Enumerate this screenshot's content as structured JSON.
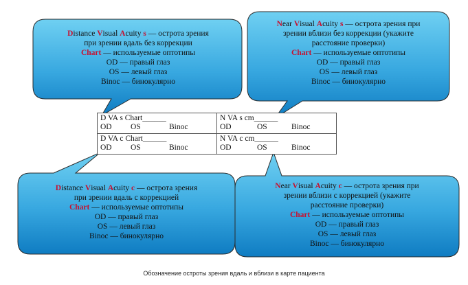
{
  "colors": {
    "bubble_light": "#5cc8ee",
    "bubble_dark": "#1182c6",
    "accent": "#c8102e",
    "border": "#2a2a2a"
  },
  "callouts": [
    {
      "id": "dist-s",
      "lines": [
        [
          {
            "t": "D",
            "c": "r"
          },
          {
            "t": "istance "
          },
          {
            "t": "V",
            "c": "r"
          },
          {
            "t": "isual "
          },
          {
            "t": "A",
            "c": "r"
          },
          {
            "t": "cuity "
          },
          {
            "t": "s",
            "c": "r"
          },
          {
            "t": " — острота зрения"
          }
        ],
        [
          {
            "t": "при зрении вдаль без коррекции"
          }
        ],
        [
          {
            "t": "Chart",
            "c": "b"
          },
          {
            "t": " — используемые оптотипы"
          }
        ],
        [
          {
            "t": "OD — правый глаз"
          }
        ],
        [
          {
            "t": "OS — левый глаз"
          }
        ],
        [
          {
            "t": "Binoc — бинокулярно"
          }
        ]
      ]
    },
    {
      "id": "near-s",
      "lines": [
        [
          {
            "t": "N",
            "c": "r"
          },
          {
            "t": "ear "
          },
          {
            "t": "V",
            "c": "r"
          },
          {
            "t": "isual "
          },
          {
            "t": "A",
            "c": "r"
          },
          {
            "t": "cuity "
          },
          {
            "t": "s",
            "c": "r"
          },
          {
            "t": " — острота зрения при"
          }
        ],
        [
          {
            "t": "зрении вблизи без коррекции (укажите"
          }
        ],
        [
          {
            "t": "расстояние проверки)"
          }
        ],
        [
          {
            "t": "Chart",
            "c": "b"
          },
          {
            "t": " — используемые оптотипы"
          }
        ],
        [
          {
            "t": "OD — правый глаз"
          }
        ],
        [
          {
            "t": "OS — левый глаз"
          }
        ],
        [
          {
            "t": "Binoc — бинокулярно"
          }
        ]
      ]
    },
    {
      "id": "dist-c",
      "lines": [
        [
          {
            "t": "D",
            "c": "r"
          },
          {
            "t": "istance "
          },
          {
            "t": "V",
            "c": "r"
          },
          {
            "t": "isual "
          },
          {
            "t": "A",
            "c": "r"
          },
          {
            "t": "cuity "
          },
          {
            "t": "c",
            "c": "r"
          },
          {
            "t": " — острота зрения"
          }
        ],
        [
          {
            "t": "при зрении вдаль с коррекцией"
          }
        ],
        [
          {
            "t": "Chart",
            "c": "b"
          },
          {
            "t": " — используемые оптотипы"
          }
        ],
        [
          {
            "t": "OD — правый глаз"
          }
        ],
        [
          {
            "t": "OS — левый глаз"
          }
        ],
        [
          {
            "t": "Binoc — бинокулярно"
          }
        ]
      ]
    },
    {
      "id": "near-c",
      "lines": [
        [
          {
            "t": "N",
            "c": "r"
          },
          {
            "t": "ear "
          },
          {
            "t": "V",
            "c": "r"
          },
          {
            "t": "isual "
          },
          {
            "t": "A",
            "c": "r"
          },
          {
            "t": "cuity "
          },
          {
            "t": "c",
            "c": "r"
          },
          {
            "t": " — острота зрения при"
          }
        ],
        [
          {
            "t": "зрении вблизи с коррекцией (укажите"
          }
        ],
        [
          {
            "t": "расстояние проверки)"
          }
        ],
        [
          {
            "t": "Chart",
            "c": "b"
          },
          {
            "t": " — используемые оптотипы"
          }
        ],
        [
          {
            "t": "OD — правый глаз"
          }
        ],
        [
          {
            "t": "OS — левый глаз"
          }
        ],
        [
          {
            "t": "Binoc — бинокулярно"
          }
        ]
      ]
    }
  ],
  "table": {
    "dist_s": {
      "title": "D VA s Chart______",
      "od": "OD",
      "os": "OS",
      "binoc": "Binoc"
    },
    "near_s": {
      "title": "N VA s cm______",
      "od": "OD",
      "os": "OS",
      "binoc": "Binoc"
    },
    "dist_c": {
      "title": "D VA c Chart______",
      "od": "OD",
      "os": "OS",
      "binoc": "Binoc"
    },
    "near_c": {
      "title": "N VA c cm______",
      "od": "OD",
      "os": "OS",
      "binoc": "Binoc"
    }
  },
  "caption": "Обозначение остроты зрения вдаль и вблизи в карте пациента"
}
